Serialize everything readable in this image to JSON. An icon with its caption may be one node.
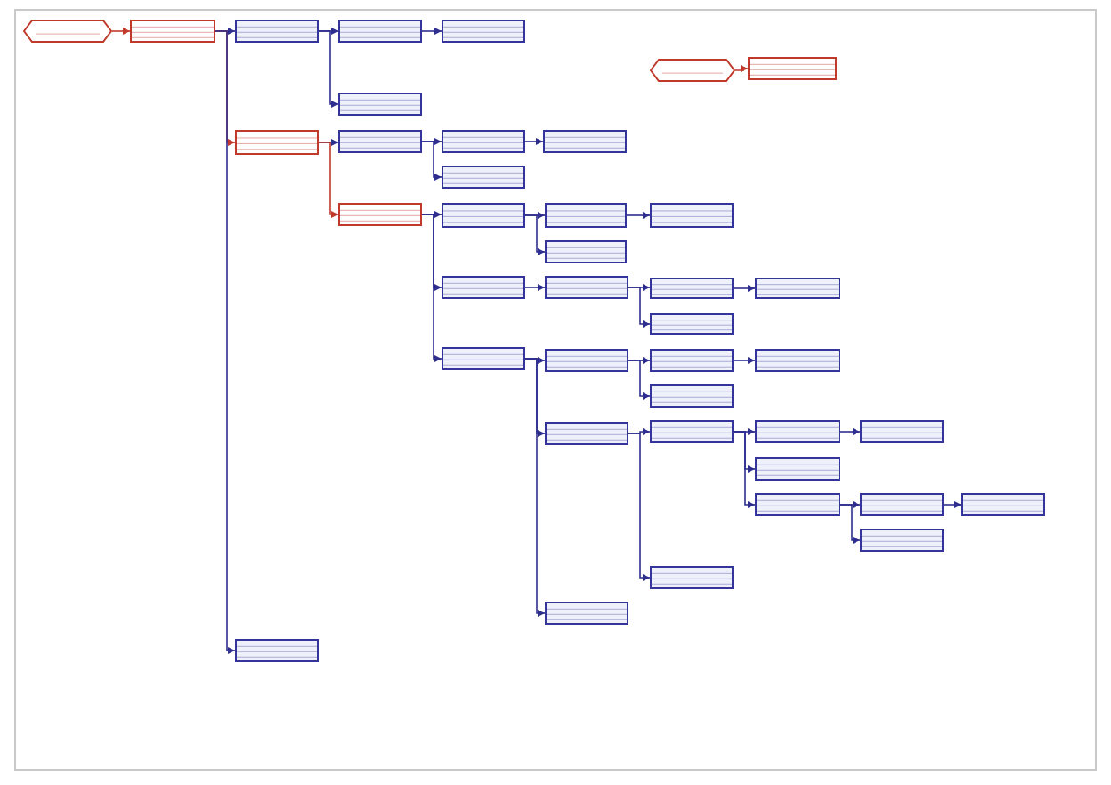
{
  "diagram": {
    "nodes": [
      {
        "text": [],
        "shape": "hexagon"
      },
      {
        "text": [],
        "shape": "box"
      },
      {
        "text": [],
        "shape": "box"
      },
      {
        "text": [],
        "shape": "box"
      },
      {
        "text": [],
        "shape": "box"
      },
      {
        "text": [],
        "shape": "hexagon"
      },
      {
        "text": [],
        "shape": "box"
      },
      {
        "text": [],
        "shape": "box"
      },
      {
        "text": [],
        "shape": "box"
      },
      {
        "text": [],
        "shape": "box"
      },
      {
        "text": [],
        "shape": "box"
      },
      {
        "text": [],
        "shape": "box"
      },
      {
        "text": [],
        "shape": "box"
      },
      {
        "text": [],
        "shape": "box"
      },
      {
        "text": [],
        "shape": "box"
      },
      {
        "text": [],
        "shape": "box"
      },
      {
        "text": [],
        "shape": "box"
      },
      {
        "text": [],
        "shape": "box"
      },
      {
        "text": [],
        "shape": "box"
      },
      {
        "text": [],
        "shape": "box"
      },
      {
        "text": [],
        "shape": "box"
      },
      {
        "text": [],
        "shape": "box"
      },
      {
        "text": [],
        "shape": "box"
      },
      {
        "text": [],
        "shape": "box"
      },
      {
        "text": [],
        "shape": "box"
      },
      {
        "text": [],
        "shape": "box"
      },
      {
        "text": [],
        "shape": "box"
      },
      {
        "text": [],
        "shape": "box"
      },
      {
        "text": [],
        "shape": "box"
      },
      {
        "text": [],
        "shape": "box"
      },
      {
        "text": [],
        "shape": "box"
      },
      {
        "text": [],
        "shape": "box"
      },
      {
        "text": [],
        "shape": "box"
      },
      {
        "text": [],
        "shape": "box"
      },
      {
        "text": [],
        "shape": "box"
      },
      {
        "text": [],
        "shape": "box"
      },
      {
        "text": [],
        "shape": "box"
      },
      {
        "text": [],
        "shape": "box"
      },
      {
        "text": [],
        "shape": "box"
      },
      {
        "text": [],
        "shape": "box"
      }
    ],
    "edges": [
      {
        "from": 0,
        "to": 1,
        "arrow": "to",
        "color": "#c0392b"
      },
      {
        "from": 1,
        "to": 2,
        "arrow": "to"
      },
      {
        "from": 1,
        "to": 8,
        "arrow": "to",
        "color": "#c0392b"
      },
      {
        "from": 1,
        "to": 39,
        "arrow": "to"
      },
      {
        "from": 2,
        "to": 3,
        "arrow": "to"
      },
      {
        "from": 2,
        "to": 7,
        "arrow": "to"
      },
      {
        "from": 3,
        "to": 4,
        "arrow": "to"
      },
      {
        "from": 5,
        "to": 6,
        "arrow": "to",
        "color": "#c0392b"
      },
      {
        "from": 8,
        "to": 9,
        "arrow": "to"
      },
      {
        "from": 8,
        "to": 13,
        "arrow": "to",
        "color": "#c0392b"
      },
      {
        "from": 9,
        "to": 10,
        "arrow": "to"
      },
      {
        "from": 9,
        "to": 12,
        "arrow": "to"
      },
      {
        "from": 10,
        "to": 11,
        "arrow": "to"
      },
      {
        "from": 13,
        "to": 14,
        "arrow": "to"
      },
      {
        "from": 13,
        "to": 18,
        "arrow": "to"
      },
      {
        "from": 13,
        "to": 23,
        "arrow": "to"
      },
      {
        "from": 14,
        "to": 15,
        "arrow": "to"
      },
      {
        "from": 14,
        "to": 17,
        "arrow": "to"
      },
      {
        "from": 15,
        "to": 16,
        "arrow": "to"
      },
      {
        "from": 18,
        "to": 19,
        "arrow": "to"
      },
      {
        "from": 19,
        "to": 20,
        "arrow": "to"
      },
      {
        "from": 19,
        "to": 22,
        "arrow": "to"
      },
      {
        "from": 20,
        "to": 21,
        "arrow": "to"
      },
      {
        "from": 23,
        "to": 24,
        "arrow": "to"
      },
      {
        "from": 23,
        "to": 28,
        "arrow": "to"
      },
      {
        "from": 23,
        "to": 38,
        "arrow": "to"
      },
      {
        "from": 24,
        "to": 25,
        "arrow": "to"
      },
      {
        "from": 24,
        "to": 27,
        "arrow": "to"
      },
      {
        "from": 25,
        "to": 26,
        "arrow": "to"
      },
      {
        "from": 28,
        "to": 29,
        "arrow": "to"
      },
      {
        "from": 28,
        "to": 37,
        "arrow": "to"
      },
      {
        "from": 29,
        "to": 30,
        "arrow": "to"
      },
      {
        "from": 29,
        "to": 32,
        "arrow": "to"
      },
      {
        "from": 29,
        "to": 33,
        "arrow": "to"
      },
      {
        "from": 30,
        "to": 31,
        "arrow": "to"
      },
      {
        "from": 33,
        "to": 34,
        "arrow": "to"
      },
      {
        "from": 33,
        "to": 36,
        "arrow": "to"
      },
      {
        "from": 34,
        "to": 35,
        "arrow": "to"
      }
    ]
  }
}
